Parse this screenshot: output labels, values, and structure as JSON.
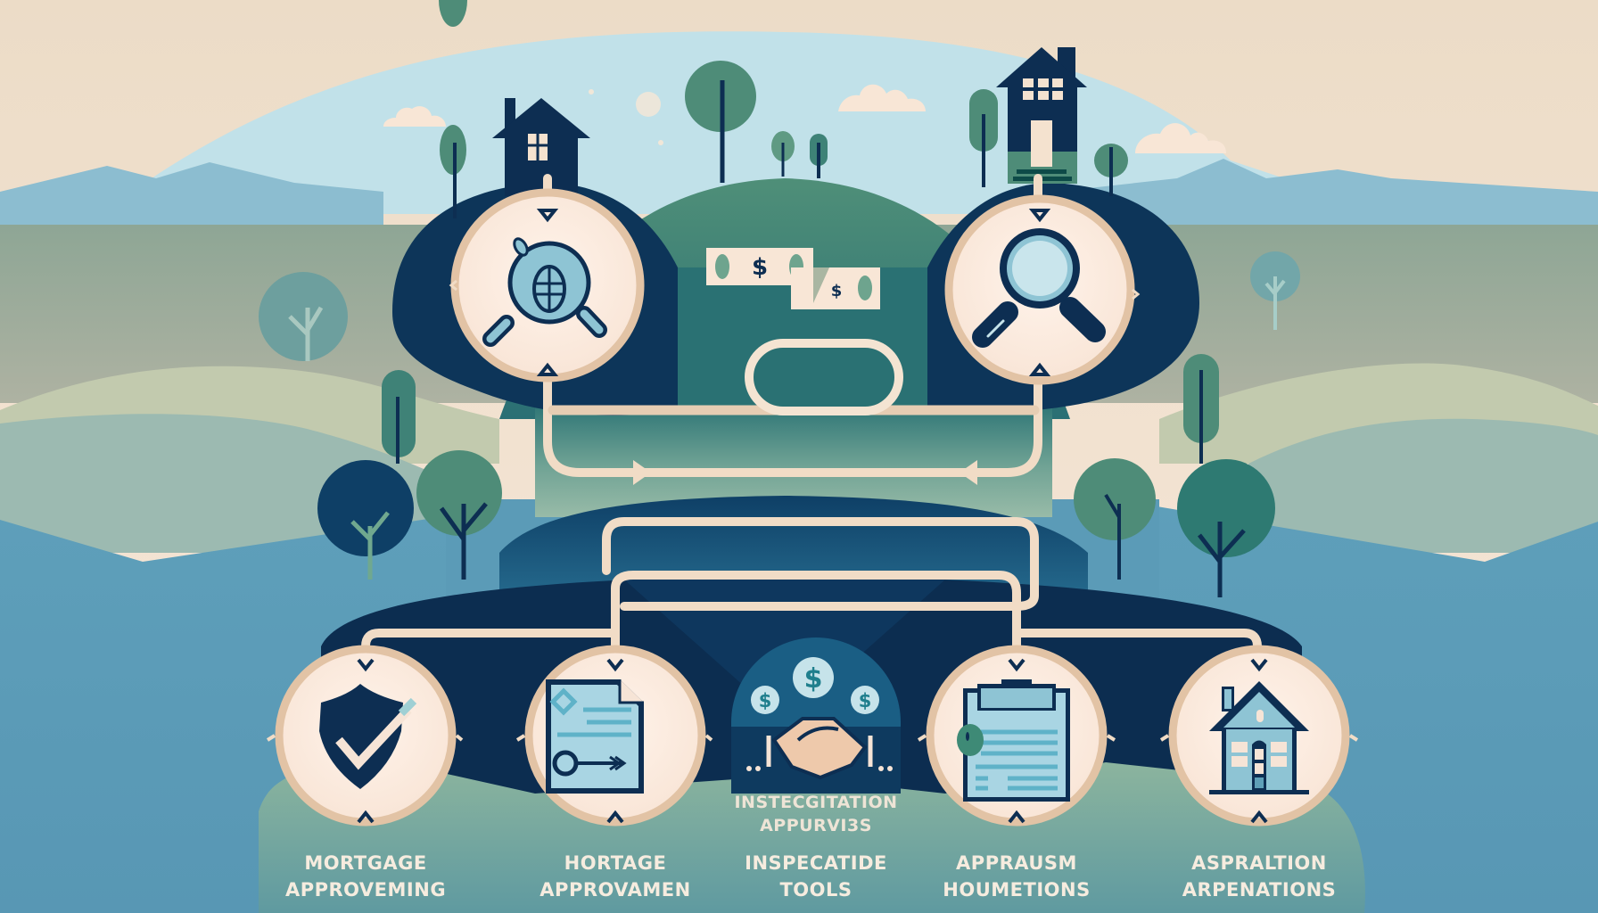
{
  "diagram": {
    "title": "",
    "theme": "Home buying process flow: mortgage approval, inspection, appraisal",
    "colors": {
      "sky_top": "#f3e3d2",
      "sky_blue": "#bfe0e8",
      "mountain": "#8fbdd0",
      "hill_sage": "#a9b6a2",
      "hill_pale": "#c3cbb0",
      "hill_teal": "#9bbab2",
      "water_blue": "#5c9cb7",
      "navy": "#0d2e52",
      "deep_blue": "#164f73",
      "teal": "#2f7a78",
      "tree_green": "#4e8c78",
      "cream": "#fbe9dc",
      "ring": "#e2c3a5",
      "connector": "#f1dcc6",
      "icon_light": "#8ec4d4",
      "label_text": "#f6ecdf"
    },
    "top_nodes": [
      {
        "id": "search-globe",
        "icon": "magnifier-globe-icon"
      },
      {
        "id": "inspect",
        "icon": "magnifying-glass-icon"
      }
    ],
    "center_items": [
      {
        "id": "money",
        "icon": "dollar-bills-icon",
        "symbol": "$"
      },
      {
        "id": "empty-pill",
        "icon": "rounded-box"
      }
    ],
    "bottom_nodes": [
      {
        "id": "mortgage-approving",
        "icon": "shield-check-icon",
        "label_line1": "MORTGAGE",
        "label_line2": "APPROVEMING"
      },
      {
        "id": "hortage-approvamen",
        "icon": "document-key-icon",
        "label_line1": "HORTAGE",
        "label_line2": "APPROVAMEN"
      },
      {
        "id": "inspecatide-tools",
        "icon": "handshake-dollar-icon",
        "label_line1": "INSPECATIDE",
        "label_line2": "TOOLS",
        "inner_line1": "INSTECGITATION",
        "inner_line2": "APPURVI3S"
      },
      {
        "id": "apprausm-houmetions",
        "icon": "clipboard-icon",
        "label_line1": "APPRAUSM",
        "label_line2": "HOUMETIONS"
      },
      {
        "id": "aspraltion-arpenations",
        "icon": "house-icon",
        "label_line1": "ASPRALTION",
        "label_line2": "ARPENATIONS"
      }
    ],
    "dollar_symbol": "$"
  }
}
